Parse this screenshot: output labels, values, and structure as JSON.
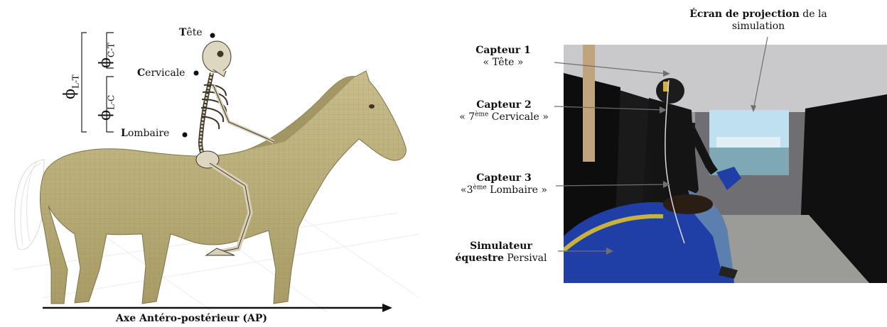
{
  "left": {
    "landmarks": {
      "head": {
        "initial": "T",
        "rest": "ête"
      },
      "cervical": {
        "initial": "C",
        "rest": "ervicale"
      },
      "lumbar": {
        "initial": "L",
        "rest": "ombaire"
      }
    },
    "angles": {
      "phi_ct": {
        "symbol": "ϕ",
        "sub": "C-T"
      },
      "phi_lc": {
        "symbol": "ϕ",
        "sub": "L-C"
      },
      "phi_lt": {
        "symbol": "ϕ",
        "sub": "L-T"
      }
    },
    "axis_label": "Axe Antéro-postérieur (AP)"
  },
  "right": {
    "screen": {
      "bold": "Écran de projection",
      "rest": " de la",
      "line2": "simulation"
    },
    "sensor1": {
      "title": "Capteur 1",
      "desc": "« Tête »"
    },
    "sensor2": {
      "title": "Capteur 2",
      "pre": "« 7",
      "sup": "ème",
      "post": " Cervicale  »"
    },
    "sensor3": {
      "title": "Capteur 3",
      "pre": "«3",
      "sup": "ème",
      "post": "  Lombaire »"
    },
    "simulator": {
      "line1": "Simulateur",
      "line2_bold": "équestre",
      "line2_rest": " Persival"
    }
  },
  "colors": {
    "horse": "#b9ad7b",
    "horse_dark": "#8f8456",
    "bone": "#e2dcc8",
    "saddle": "#1f3fa6",
    "shirt": "#141414",
    "jeans": "#5b7fae"
  }
}
